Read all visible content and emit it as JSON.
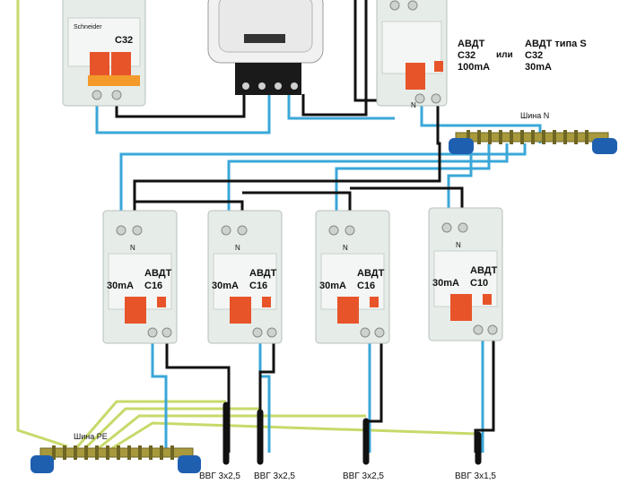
{
  "main_breaker": {
    "brand": "Schneider",
    "rating": "C32"
  },
  "main_rcbo": {
    "label_line1": "АВДТ",
    "label_line2": "С32",
    "label_line3": "100mA",
    "or_label": "или",
    "alt_line1": "АВДТ типа S",
    "alt_line2": "С32",
    "alt_line3": "30mA",
    "n_mark": "N"
  },
  "neutral_bus": {
    "label": "Шина N"
  },
  "pe_bus": {
    "label": "Шина PE"
  },
  "rcbos": [
    {
      "name": "АВДТ",
      "current": "30mA",
      "rating": "C16",
      "n_mark": "N",
      "cable": "ВВГ 3х2,5"
    },
    {
      "name": "АВДТ",
      "current": "30mA",
      "rating": "C16",
      "n_mark": "N",
      "cable": "ВВГ 3х2,5"
    },
    {
      "name": "АВДТ",
      "current": "30mA",
      "rating": "C16",
      "n_mark": "N",
      "cable": "ВВГ 3х2,5"
    },
    {
      "name": "АВДТ",
      "current": "30mA",
      "rating": "C10",
      "n_mark": "N",
      "cable": "ВВГ 3х1,5"
    }
  ],
  "colors": {
    "phase_wire": "#111111",
    "neutral_wire": "#3aa7d8",
    "pe_wire": "#c8d96a",
    "device_body": "#e6ece8",
    "handle": "#e8542a",
    "bus_bar": "#a89a3c",
    "bus_insulator": "#1f5fb0"
  }
}
